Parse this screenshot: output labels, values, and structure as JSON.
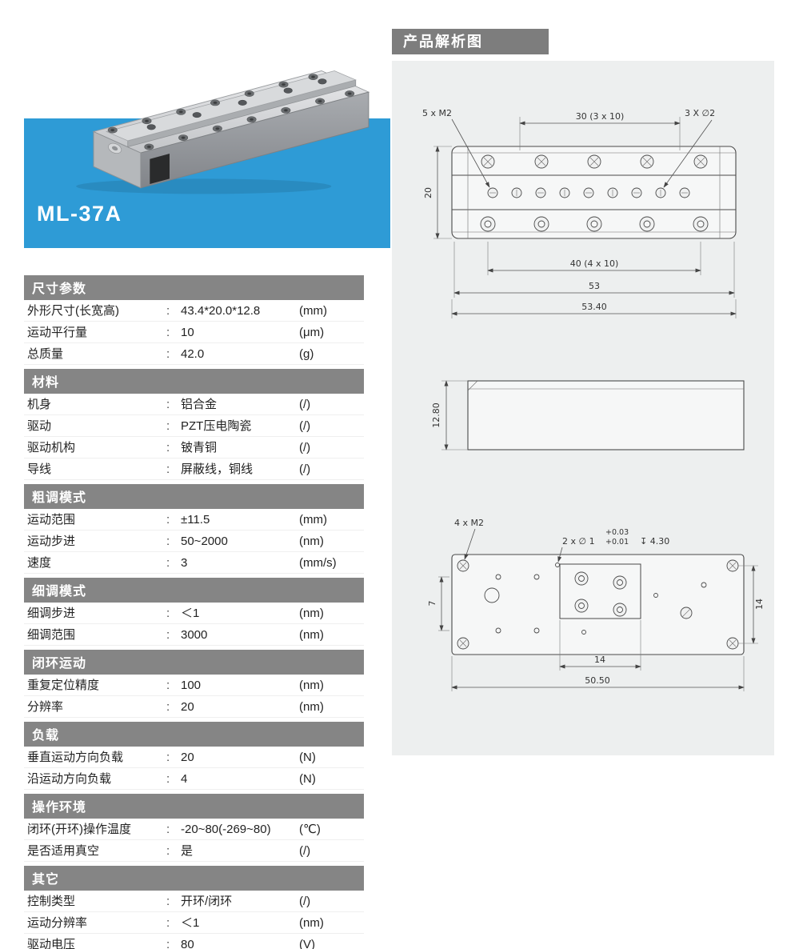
{
  "product": {
    "model": "ML-37A"
  },
  "diagram": {
    "header": "产品解析图",
    "labels": {
      "top_thread": "5 x M2",
      "top_pitch": "30 (3 x 10)",
      "top_holes": "3 X ∅2",
      "width": "20",
      "mid_pitch": "40 (4 x 10)",
      "body_length": "53",
      "overall_length": "53.40",
      "height": "12.80",
      "bottom_thread": "4 x M2",
      "pin_note": "2 x ∅ 1",
      "tol_upper": "+0.03",
      "tol_lower": "+0.01",
      "pin_depth": "↧ 4.30",
      "left_offset": "7",
      "pin_spacing_v": "14",
      "pin_spacing_h": "14",
      "bottom_length": "50.50"
    }
  },
  "specs": {
    "colon": ":",
    "sections": [
      {
        "title": "尺寸参数",
        "rows": [
          {
            "label": "外形尺寸(长宽高)",
            "value": "43.4*20.0*12.8",
            "unit": "(mm)"
          },
          {
            "label": "运动平行量",
            "value": "10",
            "unit": "(μm)"
          },
          {
            "label": "总质量",
            "value": "42.0",
            "unit": "(g)"
          }
        ]
      },
      {
        "title": "材料",
        "rows": [
          {
            "label": "机身",
            "value": "铝合金",
            "unit": "(/)"
          },
          {
            "label": "驱动",
            "value": "PZT压电陶瓷",
            "unit": "(/)"
          },
          {
            "label": "驱动机构",
            "value": "铍青铜",
            "unit": "(/)"
          },
          {
            "label": "导线",
            "value": "屏蔽线，铜线",
            "unit": "(/)"
          }
        ]
      },
      {
        "title": "粗调模式",
        "rows": [
          {
            "label": "运动范围",
            "value": "±11.5",
            "unit": "(mm)"
          },
          {
            "label": "运动步进",
            "value": "50~2000",
            "unit": "(nm)"
          },
          {
            "label": "速度",
            "value": "3",
            "unit": "(mm/s)"
          }
        ]
      },
      {
        "title": "细调模式",
        "rows": [
          {
            "label": "细调步进",
            "value": "＜1",
            "unit": "(nm)"
          },
          {
            "label": "细调范围",
            "value": "3000",
            "unit": "(nm)"
          }
        ]
      },
      {
        "title": "闭环运动",
        "rows": [
          {
            "label": "重复定位精度",
            "value": "100",
            "unit": "(nm)"
          },
          {
            "label": "分辨率",
            "value": "20",
            "unit": "(nm)"
          }
        ]
      },
      {
        "title": "负载",
        "rows": [
          {
            "label": "垂直运动方向负载",
            "value": "20",
            "unit": "(N)"
          },
          {
            "label": "沿运动方向负载",
            "value": "4",
            "unit": "(N)"
          }
        ]
      },
      {
        "title": "操作环境",
        "rows": [
          {
            "label": "闭环(开环)操作温度",
            "value": "-20~80(-269~80)",
            "unit": "(℃)"
          },
          {
            "label": "是否适用真空",
            "value": "是",
            "unit": "(/)"
          }
        ]
      },
      {
        "title": "其它",
        "rows": [
          {
            "label": "控制类型",
            "value": "开环/闭环",
            "unit": "(/)"
          },
          {
            "label": "运动分辨率",
            "value": "＜1",
            "unit": "(nm)"
          },
          {
            "label": "驱动电压",
            "value": "80",
            "unit": "(V)"
          }
        ]
      }
    ]
  }
}
